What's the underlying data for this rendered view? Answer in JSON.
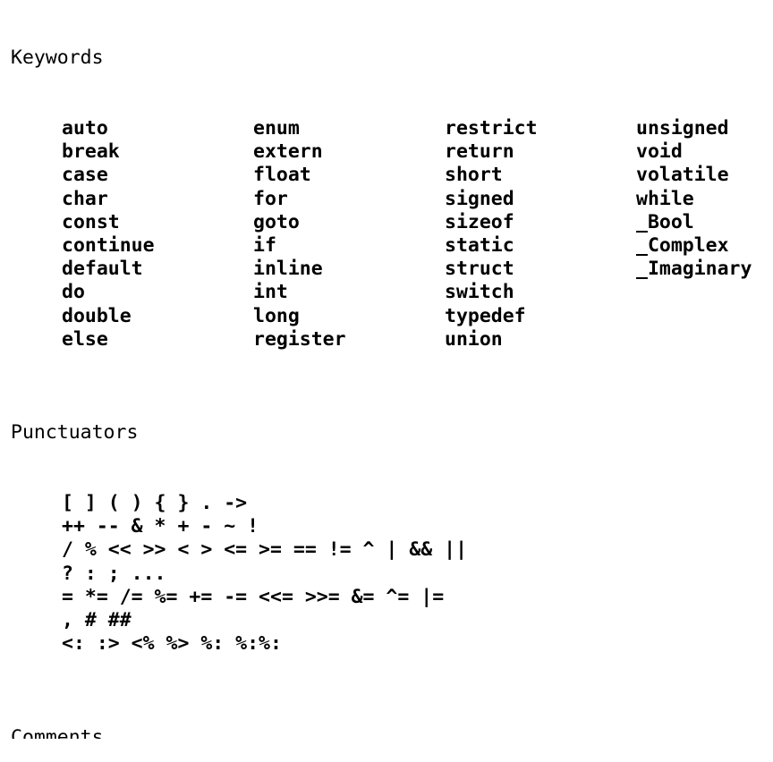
{
  "sections": {
    "keywords": {
      "title": "Keywords",
      "columns": [
        [
          "auto",
          "break",
          "case",
          "char",
          "const",
          "continue",
          "default",
          "do",
          "double",
          "else"
        ],
        [
          "enum",
          "extern",
          "float",
          "for",
          "goto",
          "if",
          "inline",
          "int",
          "long",
          "register"
        ],
        [
          "restrict",
          "return",
          "short",
          "signed",
          "sizeof",
          "static",
          "struct",
          "switch",
          "typedef",
          "union"
        ],
        [
          "unsigned",
          "void",
          "volatile",
          "while",
          "_Bool",
          "_Complex",
          "_Imaginary"
        ]
      ]
    },
    "punctuators": {
      "title": "Punctuators",
      "lines": [
        "[ ] ( ) { } . ->",
        "++ -- & * + - ~ !",
        "/ % << >> < > <= >= == != ^ | && ||",
        "? : ; ...",
        "= *= /= %= += -= <<= >>= &= ^= |=",
        ", # ##",
        "<: :> <% %> %: %:%:"
      ]
    },
    "comments": {
      "title": "Comments"
    }
  }
}
